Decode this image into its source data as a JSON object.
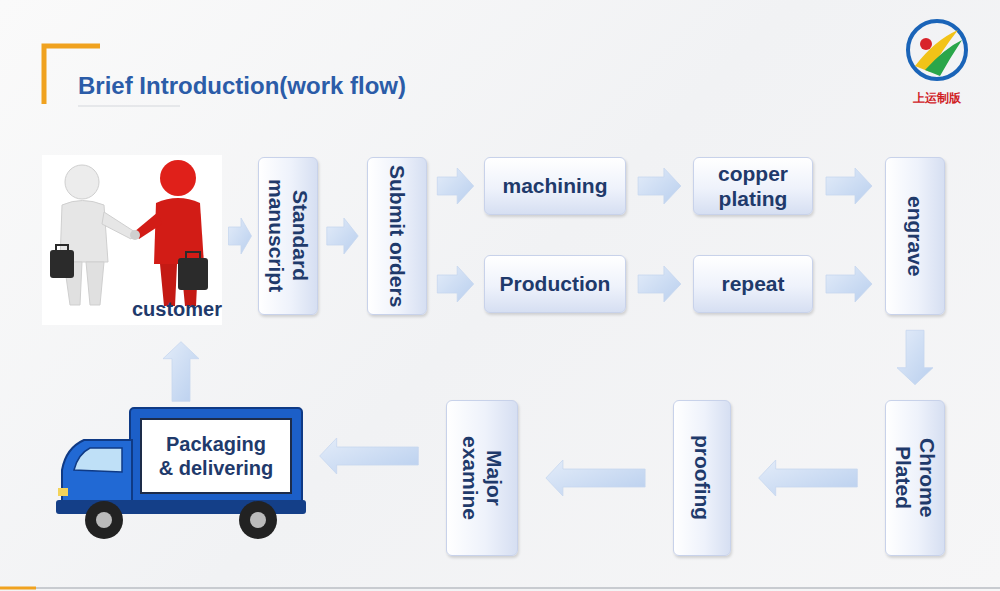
{
  "diagram": {
    "title": "Brief Introduction(work flow)",
    "nodes": [
      {
        "text": [
          "customer"
        ]
      },
      {
        "text": [
          "Standard manuscript"
        ]
      },
      {
        "text": [
          "Submit orders"
        ]
      },
      {
        "text": [
          "machining"
        ]
      },
      {
        "text": [
          "copper plating"
        ]
      },
      {
        "text": [
          "Production"
        ]
      },
      {
        "text": [
          "repeat"
        ]
      },
      {
        "text": [
          "engrave"
        ]
      },
      {
        "text": [
          "Chrome Plated"
        ]
      },
      {
        "text": [
          "proofing"
        ]
      },
      {
        "text": [
          "Major examine"
        ]
      },
      {
        "text": [
          "Packaging & delivering"
        ]
      }
    ],
    "edges": [
      {
        "from": 0,
        "to": 1,
        "arrow": "to"
      },
      {
        "from": 1,
        "to": 2,
        "arrow": "to"
      },
      {
        "from": 2,
        "to": 3,
        "arrow": "to"
      },
      {
        "from": 2,
        "to": 5,
        "arrow": "to"
      },
      {
        "from": 3,
        "to": 4,
        "arrow": "to"
      },
      {
        "from": 5,
        "to": 6,
        "arrow": "to"
      },
      {
        "from": 4,
        "to": 7,
        "arrow": "to"
      },
      {
        "from": 6,
        "to": 7,
        "arrow": "to"
      },
      {
        "from": 7,
        "to": 8,
        "arrow": "to"
      },
      {
        "from": 8,
        "to": 9,
        "arrow": "to"
      },
      {
        "from": 9,
        "to": 10,
        "arrow": "to"
      },
      {
        "from": 10,
        "to": 11,
        "arrow": "to"
      },
      {
        "from": 11,
        "to": 0,
        "arrow": "to"
      }
    ],
    "labels": [
      "上运制版"
    ]
  }
}
